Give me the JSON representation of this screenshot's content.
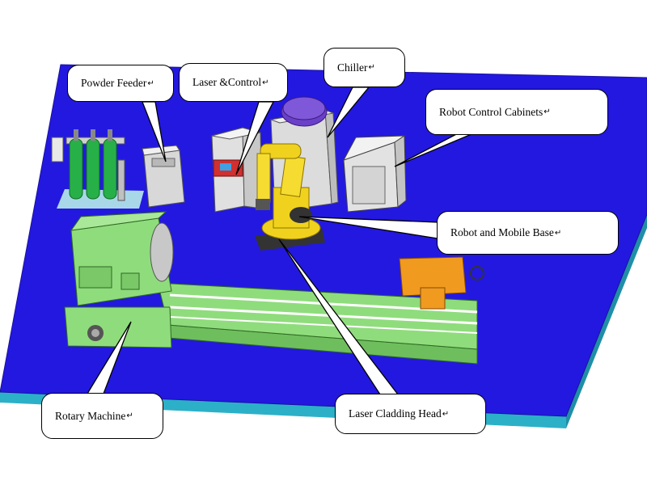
{
  "callouts": {
    "powder_feeder": "Powder Feeder",
    "laser_control": "Laser &Control",
    "chiller": "Chiller",
    "robot_control_cabinets": "Robot Control Cabinets",
    "robot_mobile_base": "Robot and Mobile Base",
    "rotary_machine": "Rotary Machine",
    "laser_cladding_head": "Laser Cladding Head",
    "paragraph_mark": "↵"
  },
  "colors": {
    "platform_top": "#2318e0",
    "platform_side": "#2cb0c8",
    "machine_green": "#8fdc7c",
    "robot_yellow": "#f0d21e",
    "tailstock_orange": "#f09a20",
    "cylinder_green": "#28b048",
    "chiller_purple": "#6a40c8",
    "equipment_gray": "#d8d8d8"
  }
}
